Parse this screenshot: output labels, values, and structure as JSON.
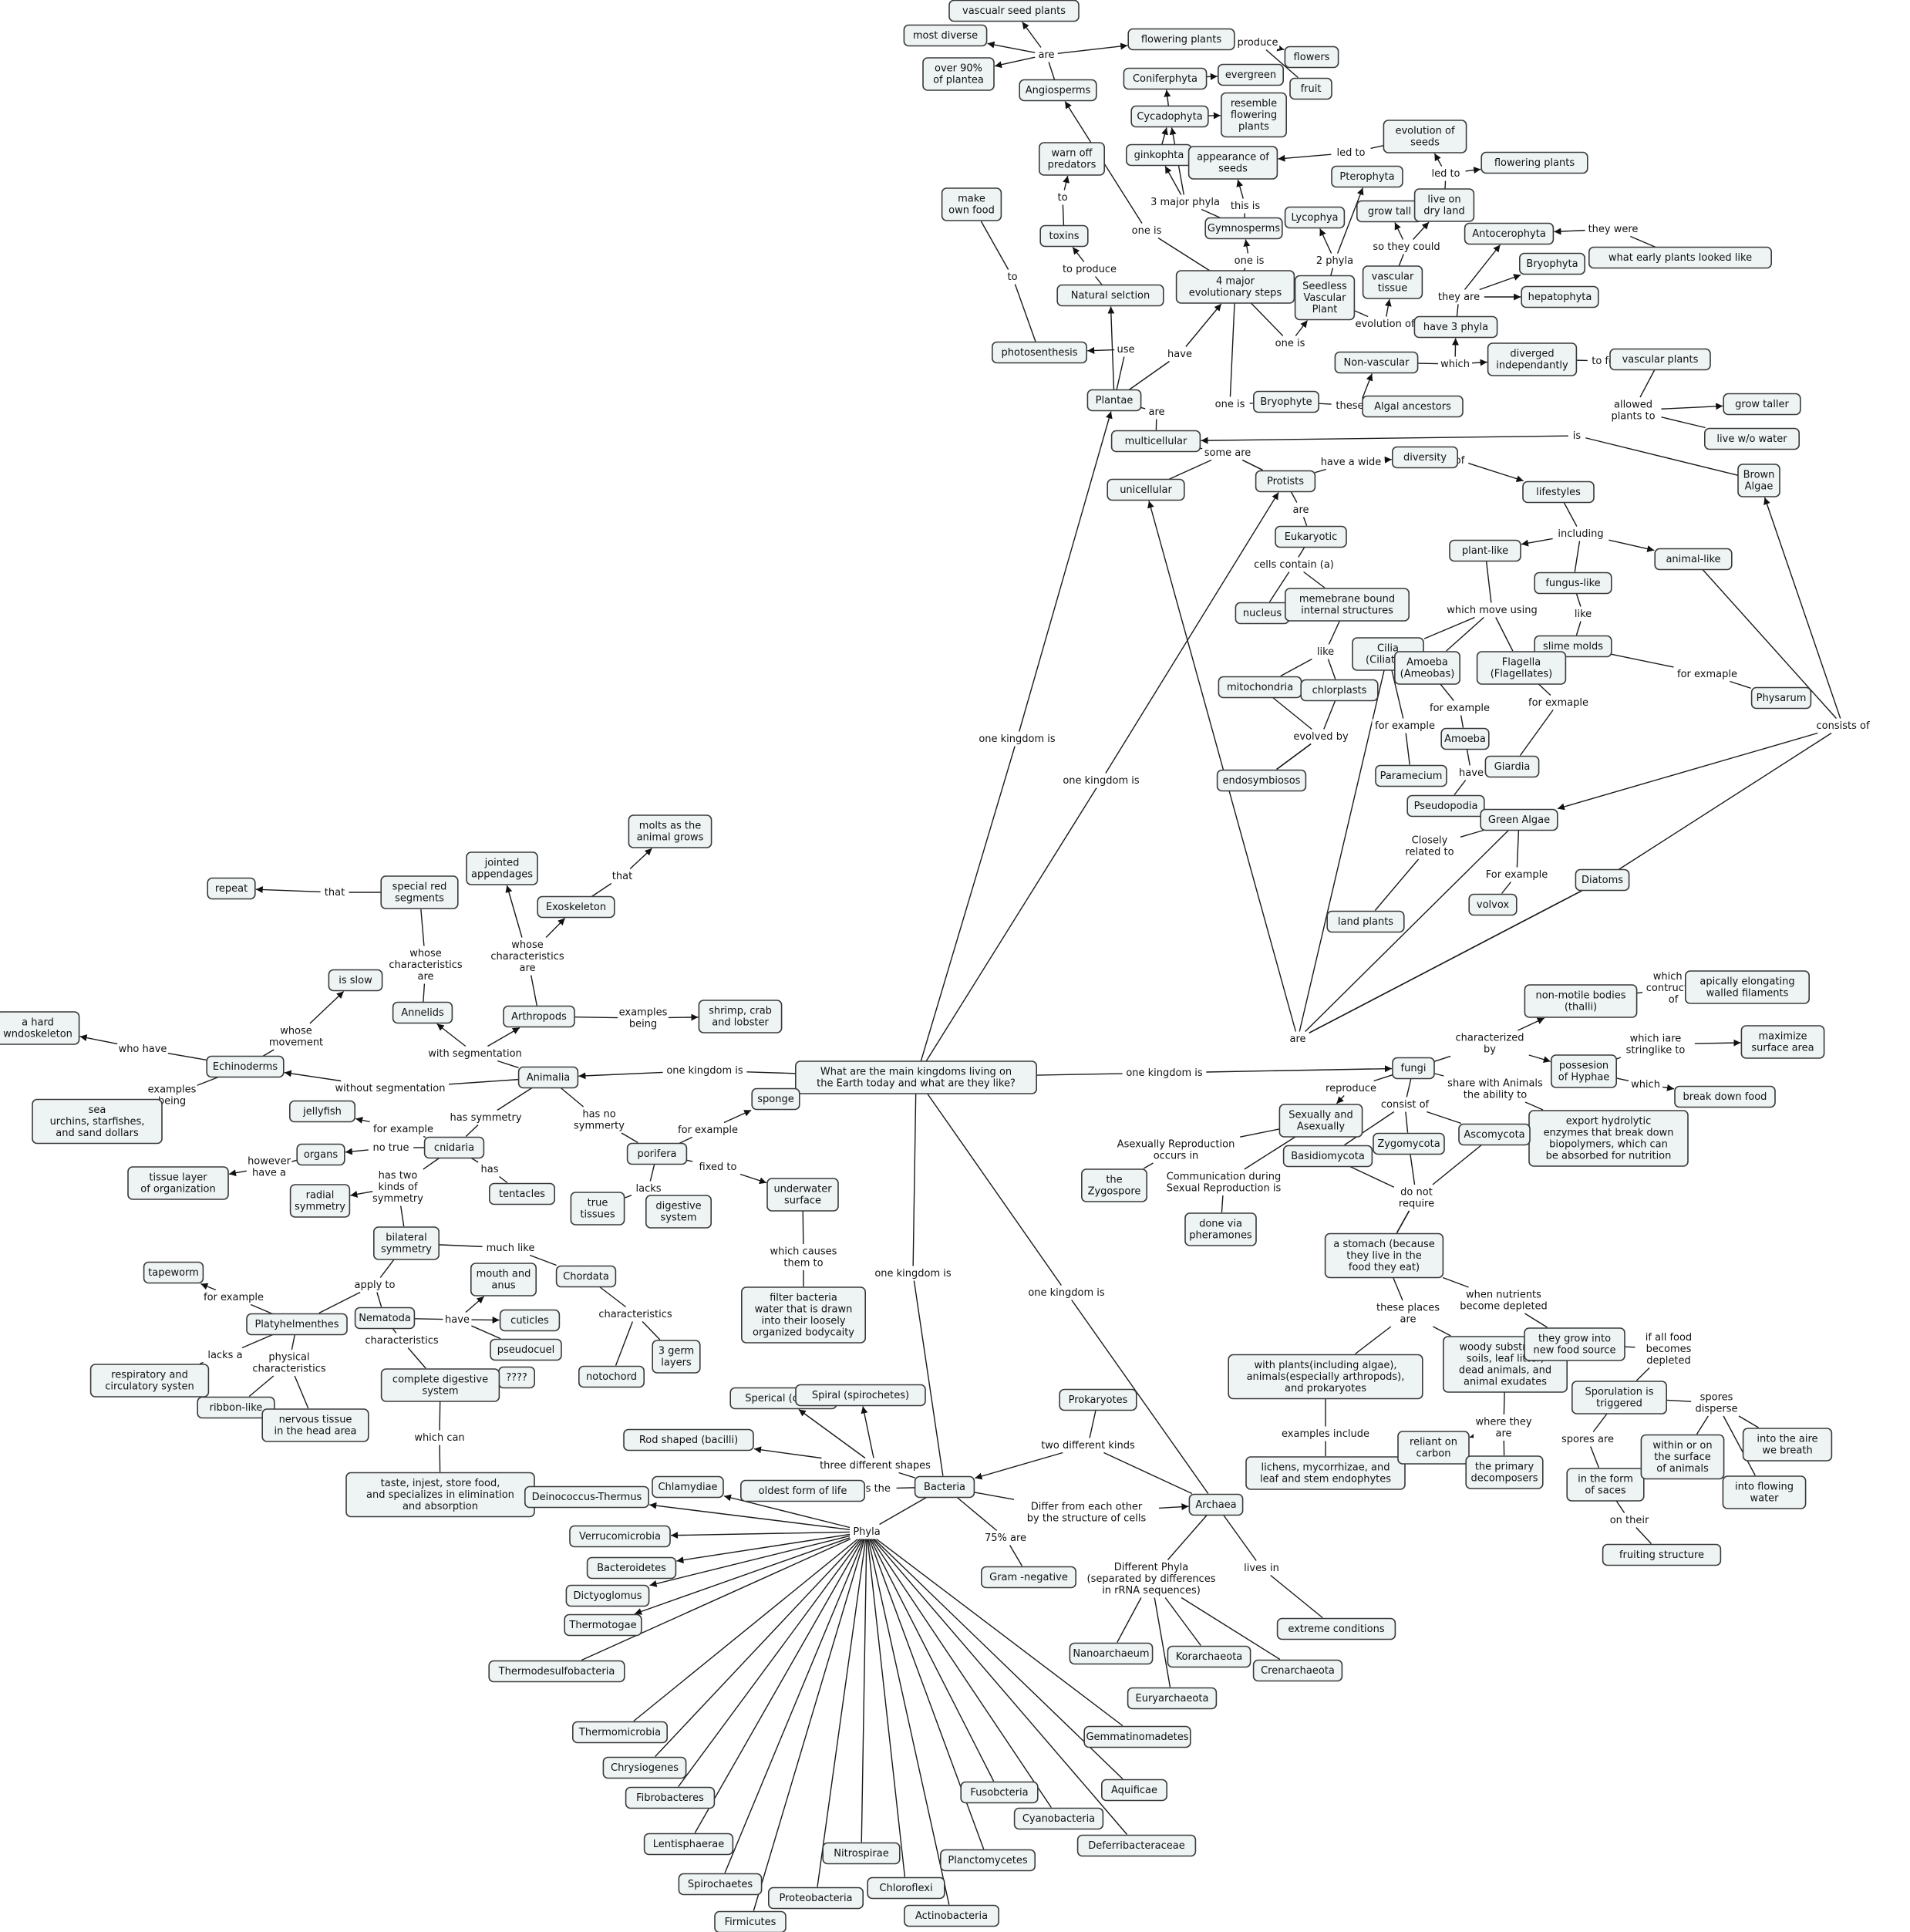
{
  "nodes": {
    "c": "What are the main kingdoms living on\nthe Earth today and what are they like?",
    "plantae": "Plantae",
    "multicellular": "multicellular",
    "unicellular": "unicellular",
    "photosynthesis": "photosenthesis",
    "make_food": "make\nown food",
    "natural_selection": "Natural selction",
    "toxins": "toxins",
    "warn_off": "warn off\npredators",
    "four_steps": "4 major\nevolutionary steps",
    "angiosperms": "Angiosperms",
    "vascular_seed": "vascualr seed plants",
    "most_diverse": "most diverse",
    "over90": "over 90%\nof plantea",
    "flowering_plants": "flowering plants",
    "flowers": "flowers",
    "fruit": "fruit",
    "coniferphyta": "Coniferphyta",
    "evergreen": "evergreen",
    "cycadophyta": "Cycadophyta",
    "resemble": "resemble\nflowering\nplants",
    "ginkophta": "ginkophta",
    "gymnosperms": "Gymnosperms",
    "appearance_seeds": "appearance of\nseeds",
    "evolution_seeds": "evolution of\nseeds",
    "flowering_plants2": "flowering plants",
    "pterophyta": "Pterophyta",
    "lycophya": "Lycophya",
    "seedless": "Seedless\nVascular\nPlant",
    "grow_tall": "grow tall",
    "live_dry": "live on\ndry land",
    "vascular_tissue": "vascular\ntissue",
    "antocerophyta": "Antocerophyta",
    "bryophyta": "Bryophyta",
    "early_plants": "what early plants looked like",
    "hepatophyta": "hepatophyta",
    "have3phyla": "have 3 phyla",
    "nonvascular": "Non-vascular",
    "diverged": "diverged\nindependantly",
    "vascular_plants": "vascular plants",
    "grow_taller": "grow taller",
    "live_wo_water": "live w/o water",
    "bryophyte": "Bryophyte",
    "algal_ancestors": "Algal ancestors",
    "brown_algae": "Brown\nAlgae",
    "protists": "Protists",
    "diversity": "diversity",
    "lifestyles": "lifestyles",
    "eukaryotic": "Eukaryotic",
    "plant_like": "plant-like",
    "animal_like": "animal-like",
    "fungus_like": "fungus-like",
    "nucleus": "nucleus",
    "membrane": "memebrane bound\ninternal structures",
    "slime_molds": "slime molds",
    "physarum": "Physarum",
    "cilia": "Cilia\n(Ciliates)",
    "amoeba_group": "Amoeba\n(Ameobas)",
    "flagella": "Flagella\n(Flagellates)",
    "mitochondria": "mitochondria",
    "chlorplasts": "chlorplasts",
    "endosymbiosis": "endosymbiosos",
    "amoeba": "Amoeba",
    "giardia": "Giardia",
    "paramecium": "Paramecium",
    "pseudopodia": "Pseudopodia",
    "green_algae": "Green Algae",
    "land_plants": "land plants",
    "volvox": "volvox",
    "diatoms": "Diatoms",
    "animalia": "Animalia",
    "annelids": "Annelids",
    "arthropods": "Arthropods",
    "special_red": "special red\nsegments",
    "repeat": "repeat",
    "jointed": "jointed\nappendages",
    "exoskeleton": "Exoskeleton",
    "molts": "molts as the\nanimal grows",
    "shrimp": "shrimp, crab\nand lobster",
    "is_slow": "is slow",
    "echinoderms": "Echinoderms",
    "hard_endo": "a hard\nwndoskeleton",
    "sea_urchins": "sea\nurchins, starfishes,\nand sand dollars",
    "jellyfish": "jellyfish",
    "cnidaria": "cnidaria",
    "organs": "organs",
    "tissue_layer": "tissue layer\nof organization",
    "radial": "radial\nsymmetry",
    "tentacles": "tentacles",
    "porifera": "porifera",
    "sponge": "sponge",
    "underwater": "underwater\nsurface",
    "true_tissues": "true\ntissues",
    "digestive_system": "digestive\nsystem",
    "filter": "filter bacteria\nwater that is drawn\ninto their loosely\norganized bodycaity",
    "bilateral": "bilateral\nsymmetry",
    "tapeworm": "tapeworm",
    "platyhelminthes": "Platyhelmenthes",
    "nematoda": "Nematoda",
    "mouth_anus": "mouth and\nanus",
    "cuticles": "cuticles",
    "pseudocoel": "pseudocuel",
    "qqqq": "????",
    "chordata": "Chordata",
    "notochord": "notochord",
    "germ3": "3 germ\nlayers",
    "resp": "respiratory and\ncirculatory systen",
    "ribbon": "ribbon-like",
    "nervous": "nervous tissue\nin the head area",
    "complete_dig": "complete digestive\nsystem",
    "taste": "taste, injest, store food,\nand specializes in elimination\nand absorption",
    "fungi": "fungi",
    "non_motile": "non-motile bodies\n(thalli)",
    "apically": "apically elongating\nwalled filaments",
    "hyphae": "possesion\nof Hyphae",
    "maximize": "maximize\nsurface area",
    "break_down": "break down food",
    "export": "export hydrolytic\nenzymes that break down\nbiopolymers, which can\nbe absorbed for nutrition",
    "sex_asex": "Sexually and\nAsexually",
    "zygospore": "the\nZygospore",
    "pheromones": "done via\npheramones",
    "basidiomycota": "Basidiomycota",
    "zygomycota": "Zygomycota",
    "ascomycota": "Ascomycota",
    "stomach": "a stomach (because\nthey live in the\nfood they eat)",
    "with_plants": "with plants(including algae),\nanimals(especially arthropods),\nand prokaryotes",
    "woody": "woody substrates,\nsoils, leaf litter,\ndead animals, and\nanimal exudates",
    "new_food": "they grow into\nnew food source",
    "lichens": "lichens, mycorrhizae, and\nleaf and stem endophytes",
    "reliant": "reliant on\ncarbon",
    "decomposers": "the primary\ndecomposers",
    "sporulation": "Sporulation is\ntriggered",
    "saces": "in the form\nof saces",
    "within": "within or on\nthe surface\nof animals",
    "into_air": "into the aire\nwe breath",
    "flowing": "into flowing\nwater",
    "fruiting": "fruiting structure",
    "prokaryotes": "Prokaryotes",
    "bacteria": "Bacteria",
    "archaea": "Archaea",
    "cocci": "Sperical (cocci)",
    "spiro": "Spiral (spirochetes)",
    "bacilli": "Rod shaped (bacilli)",
    "oldest": "oldest form of life",
    "chlamydiae": "Chlamydiae",
    "gram_neg": "Gram -negative",
    "extreme": "extreme conditions",
    "nanoarchaeum": "Nanoarchaeum",
    "korarchaeota": "Korarchaeota",
    "crenarchaeota": "Crenarchaeota",
    "euryarchaeota": "Euryarchaeota",
    "deinococcus": "Deinococcus-Thermus",
    "verrucomicrobia": "Verrucomicrobia",
    "bacteroidetes": "Bacteroidetes",
    "dictyoglomus": "Dictyoglomus",
    "thermotogae": "Thermotogae",
    "thermodesulfo": "Thermodesulfobacteria",
    "thermomicrobia": "Thermomicrobia",
    "chrysiogenes": "Chrysiogenes",
    "fibrobacteres": "Fibrobacteres",
    "lentisphaerae": "Lentisphaerae",
    "spirochaetes": "Spirochaetes",
    "firmicutes": "Firmicutes",
    "proteobacteria": "Proteobacteria",
    "nitrospirae": "Nitrospirae",
    "chloroflexi": "Chloroflexi",
    "actinobacteria": "Actinobacteria",
    "planctomycetes": "Planctomycetes",
    "fusobcteria": "Fusobcteria",
    "cyanobacteria": "Cyanobacteria",
    "deferribacteraceae": "Deferribacteraceae",
    "aquificae": "Aquificae",
    "gemmatimonadetes": "Gemmatinomadetes"
  },
  "labels": {
    "l_ki_plantae": "one kingdom is",
    "l_ki_protists": "one kingdom is",
    "l_ki_animalia": "one kingdom is",
    "l_ki_fungi": "one kingdom is",
    "l_ki_bacteria": "one kingdom is",
    "l_ki_archaea": "one kingdom is",
    "l_are_plantae": "are",
    "l_some_are": "some are",
    "l_use": "use",
    "l_to_make": "to",
    "l_to_produce": "to produce",
    "l_to_warn": "to",
    "l_have": "have",
    "l_one_is_angio": "one is",
    "l_one_is_gymno": "one is",
    "l_one_is_seedless": "one is",
    "l_one_is_bryo": "one is",
    "l_are_angio": "are",
    "l_produce": "produce",
    "l_3phyla": "3 major phyla",
    "l_this_is": "this is",
    "l_led_to1": "led to",
    "l_led_to2": "led to",
    "l_2phyla": "2 phyla",
    "l_so_they_could": "so they could",
    "l_evolution_of": "evolution of",
    "l_they_are": "they are",
    "l_they_were": "they were",
    "l_these_are": "these are",
    "l_which": "which",
    "l_to_form": "to form",
    "l_allowed": "allowed\nplants to",
    "l_is_brown": "is",
    "l_have_a_wide": "have a wide",
    "l_of": "of",
    "l_protist_are": "are",
    "l_cells_contain": "cells contain (a)",
    "l_including": "including",
    "l_which_move": "which move using",
    "l_like_fungus": "like",
    "l_for_example_slime": "for exmaple",
    "l_like_membrane": "like",
    "l_evolved_by": "evolved by",
    "l_for_example_cilia": "for example",
    "l_for_example_amoeba": "for example",
    "l_for_example_flag": "for exmaple",
    "l_have_pseudo": "have",
    "l_closely": "Closely\nrelated to",
    "l_for_example_green": "For example",
    "l_consists_of": "consists of",
    "l_are_bottom": "are",
    "l_that_repeat": "that",
    "l_whose_annelids": "whose\ncharacteristics\nare",
    "l_whose_arthro": "whose\ncharacteristics\nare",
    "l_that_molts": "that",
    "l_examples_arthro": "examples\nbeing",
    "l_whose_movement": "whose\nmovement",
    "l_who_have": "who have",
    "l_examples_echino": "examples\nbeing",
    "l_with_seg": "with segmentation",
    "l_without_seg": "without segmentation",
    "l_has_symmetry": "has symmetry",
    "l_has_no_symmetry": "has no\nsymmerty",
    "l_for_example_jelly": "for example",
    "l_no_true": "no true",
    "l_however": "however\nhave a",
    "l_has_two": "has two\nkinds of\nsymmetry",
    "l_has_tentacles": "has",
    "l_for_example_sponge": "for example",
    "l_fixed_to": "fixed to",
    "l_lacks_porifera": "lacks",
    "l_which_causes": "which causes\nthem to",
    "l_much_like": "much like",
    "l_apply_to": "apply to",
    "l_for_example_tape": "for example",
    "l_lacks_a": "lacks a",
    "l_physical": "physical\ncharacteristics",
    "l_have_nema": "have",
    "l_characteristics_nema": "characteristics",
    "l_characteristics_chord": "characteristics",
    "l_which_can": "which can",
    "l_characterized_by": "characterized\nby",
    "l_which_is_contructed": "which is\ncontructed\nof",
    "l_which_iare": "which iare\nstringlike to",
    "l_which_hyphae": "which",
    "l_share": "share with Animals\nthe ability to",
    "l_reproduce": "reproduce",
    "l_asexual_repro": "Asexually Reproduction\noccurs in",
    "l_communication": "Communication during\nSexual Reproduction is",
    "l_consist_of": "consist of",
    "l_do_not": "do not\nrequire",
    "l_these_places": "these places\nare",
    "l_when_nutrients": "when nutrients\nbecome depleted",
    "l_examples_include": "examples include",
    "l_where_they_are": "where they\nare",
    "l_if_all_food": "if all food\nbecomes\ndepleted",
    "l_spores_are": "spores are",
    "l_spores_disperse": "spores\ndisperse",
    "l_on_their": "on their",
    "l_two_kinds": "two different kinds",
    "l_three_shapes": "three different shapes",
    "l_is_the": "is the",
    "l_differ": "Differ from each other\nby the structure of cells",
    "l_phyla": "Phyla",
    "l_75": "75% are",
    "l_lives_in": "lives in",
    "l_diff_phyla": "Different Phyla\n(separated by differences\nin rRNA sequences)"
  },
  "colors": {
    "node_fill": "#eef3f3",
    "node_stroke": "#3a3a3a",
    "line": "#1a1a1a"
  }
}
